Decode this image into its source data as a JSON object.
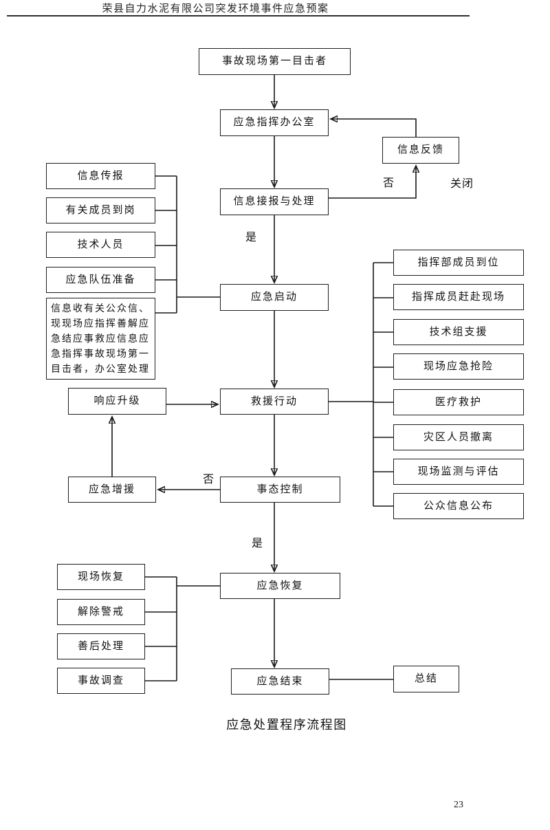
{
  "page": {
    "header_title": "荣县自力水泥有限公司突发环境事件应急预案",
    "caption": "应急处置程序流程图",
    "page_number": "23"
  },
  "flowchart": {
    "nodes": {
      "first_witness": "事故现场第一目击者",
      "command_office": "应急指挥办公室",
      "info_feedback": "信息反馈",
      "info_processing": "信息接报与处理",
      "emergency_start": "应急启动",
      "rescue_action": "救援行动",
      "situation_control": "事态控制",
      "emergency_recovery": "应急恢复",
      "emergency_end": "应急结束",
      "summary": "总结",
      "info_report": "信息传报",
      "members_on_duty": "有关成员到岗",
      "technical_staff": "技术人员",
      "team_preparation": "应急队伍准备",
      "note_text": "信息收有关公众信、现现场应指挥善解应急结应事救应信息应急指挥事故现场第一目击者，办公室处理",
      "response_upgrade": "响应升级",
      "emergency_reinforcement": "应急增援",
      "hq_members_in_place": "指挥部成员到位",
      "commanders_to_scene": "指挥成员赶赴现场",
      "tech_group_support": "技术组支援",
      "onsite_rescue": "现场应急抢险",
      "medical_aid": "医疗救护",
      "evacuation": "灾区人员撤离",
      "monitoring_evaluation": "现场监测与评估",
      "public_info_release": "公众信息公布",
      "site_recovery": "现场恢复",
      "lift_alert": "解除警戒",
      "aftermath_handling": "善后处理",
      "accident_investigation": "事故调查"
    },
    "edge_labels": {
      "yes_1": "是",
      "no_1": "否",
      "close": "关闭",
      "no_2": "否",
      "yes_2": "是"
    }
  }
}
